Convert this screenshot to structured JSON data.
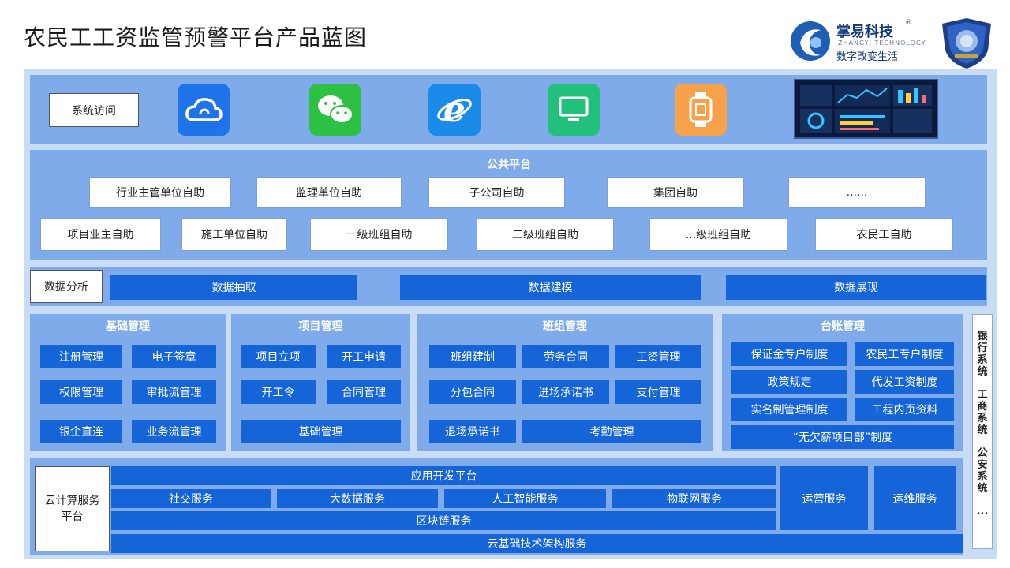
{
  "header": {
    "title": "农民工工资监管预警平台产品蓝图",
    "brand_name": "掌易科技",
    "brand_sub": "ZHANGYI TECHNOLOGY",
    "trademark": "®",
    "slogan": "数字改变生活"
  },
  "access": {
    "label": "系统访问",
    "apps": [
      "cloud-app",
      "wechat-app",
      "ie-browser-app",
      "desktop-app",
      "smartwatch-app",
      "dashboard-screen"
    ]
  },
  "public_platform": {
    "title": "公共平台",
    "row1": [
      "行业主管单位自助",
      "监理单位自助",
      "子公司自助",
      "集团自助",
      "......"
    ],
    "row2": [
      "项目业主自助",
      "施工单位自助",
      "一级班组自助",
      "二级班组自助",
      "...级班组自助",
      "农民工自助"
    ]
  },
  "data_analysis": {
    "label": "数据分析",
    "items": [
      "数据抽取",
      "数据建模",
      "数据展现"
    ]
  },
  "modules": {
    "basic": {
      "title": "基础管理",
      "items": [
        "注册管理",
        "电子签章",
        "权限管理",
        "审批流管理",
        "银企直连",
        "业务流管理"
      ]
    },
    "project": {
      "title": "项目管理",
      "items": [
        "项目立项",
        "开工申请",
        "开工令",
        "合同管理",
        "基础管理"
      ]
    },
    "team": {
      "title": "班组管理",
      "items": [
        "班组建制",
        "劳务合同",
        "工资管理",
        "分包合同",
        "进场承诺书",
        "支付管理",
        "退场承诺书",
        "考勤管理"
      ]
    },
    "ledger": {
      "title": "台账管理",
      "items": [
        "保证金专户制度",
        "农民工专户制度",
        "政策规定",
        "代发工资制度",
        "实名制管理制度",
        "工程内页资料",
        "“无欠薪项目部”制度"
      ]
    }
  },
  "side_systems": [
    "银行系统",
    "工商系统",
    "公安系统",
    "..."
  ],
  "cloud": {
    "label": "云计算服务平台",
    "app_dev": "应用开发平台",
    "services": [
      "社交服务",
      "大数据服务",
      "人工智能服务",
      "物联网服务"
    ],
    "blockchain": "区块链服务",
    "infra": "云基础技术架构服务",
    "ops": "运营服务",
    "maint": "运维服务"
  }
}
